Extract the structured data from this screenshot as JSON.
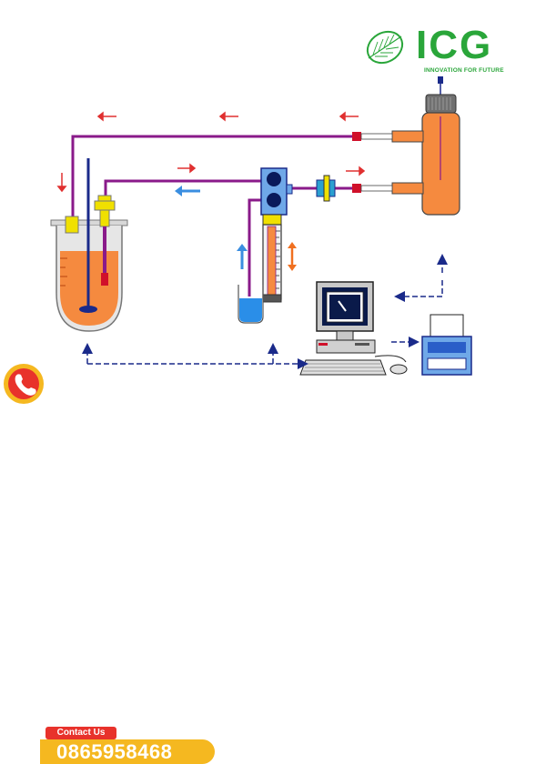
{
  "brand": {
    "name": "ICG",
    "tagline": "INNOVATION FOR FUTURE",
    "color": "#2aa63a"
  },
  "contact": {
    "label": "Contact Us",
    "phone": "0865958468",
    "label_color": "#e8322b",
    "bar_color": "#f5b820"
  },
  "diagram": {
    "line_color": "#8a1a8a",
    "liquid_color": "#f58a3f",
    "arrow_red": "#e03030",
    "arrow_blue": "#3a8ee0",
    "arrow_orange": "#f07020",
    "connector_color": "#1a2a8a",
    "icons": [
      "reaction-vessel-icon",
      "stirrer-icon",
      "reservoir-bottle-icon",
      "peristaltic-pump-icon",
      "inline-filter-icon",
      "flowmeter-icon",
      "beaker-icon",
      "computer-icon",
      "printer-icon"
    ]
  }
}
